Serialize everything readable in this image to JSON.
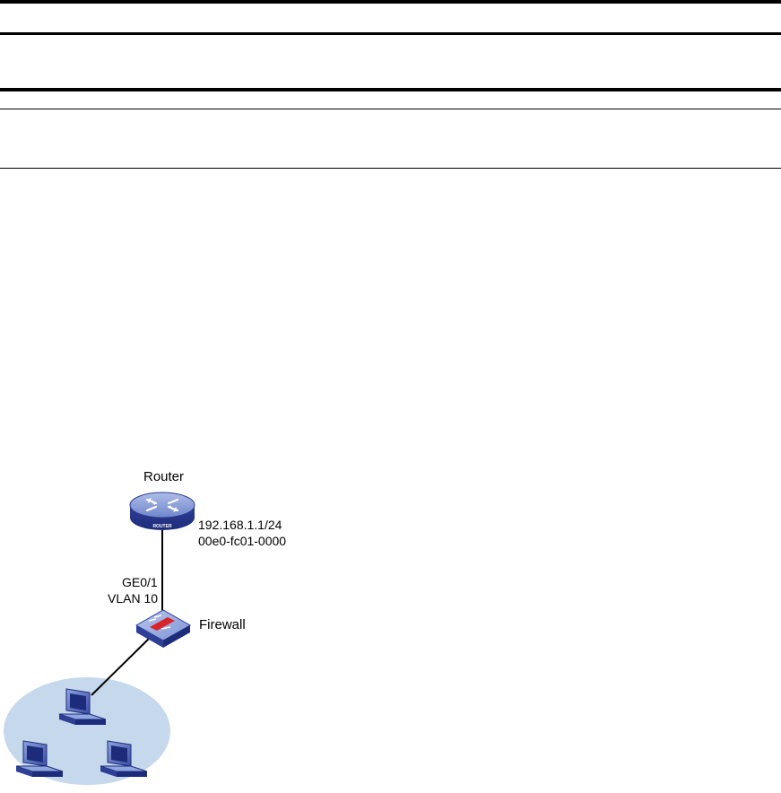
{
  "diagram": {
    "router": {
      "label": "Router",
      "badge": "ROUTER",
      "ip": "192.168.1.1/24",
      "mac": "00e0-fc01-0000"
    },
    "link": {
      "port": "GE0/1",
      "vlan": "VLAN 10"
    },
    "firewall": {
      "label": "Firewall"
    },
    "colors": {
      "device_blue": "#3f53a8",
      "device_light": "#8fa6de",
      "device_dark": "#1d2c7a",
      "lan_ellipse": "#c6d8ec",
      "firewall_red": "#d9242a"
    },
    "icons": [
      "router-icon",
      "firewall-icon",
      "pc-icon"
    ]
  }
}
